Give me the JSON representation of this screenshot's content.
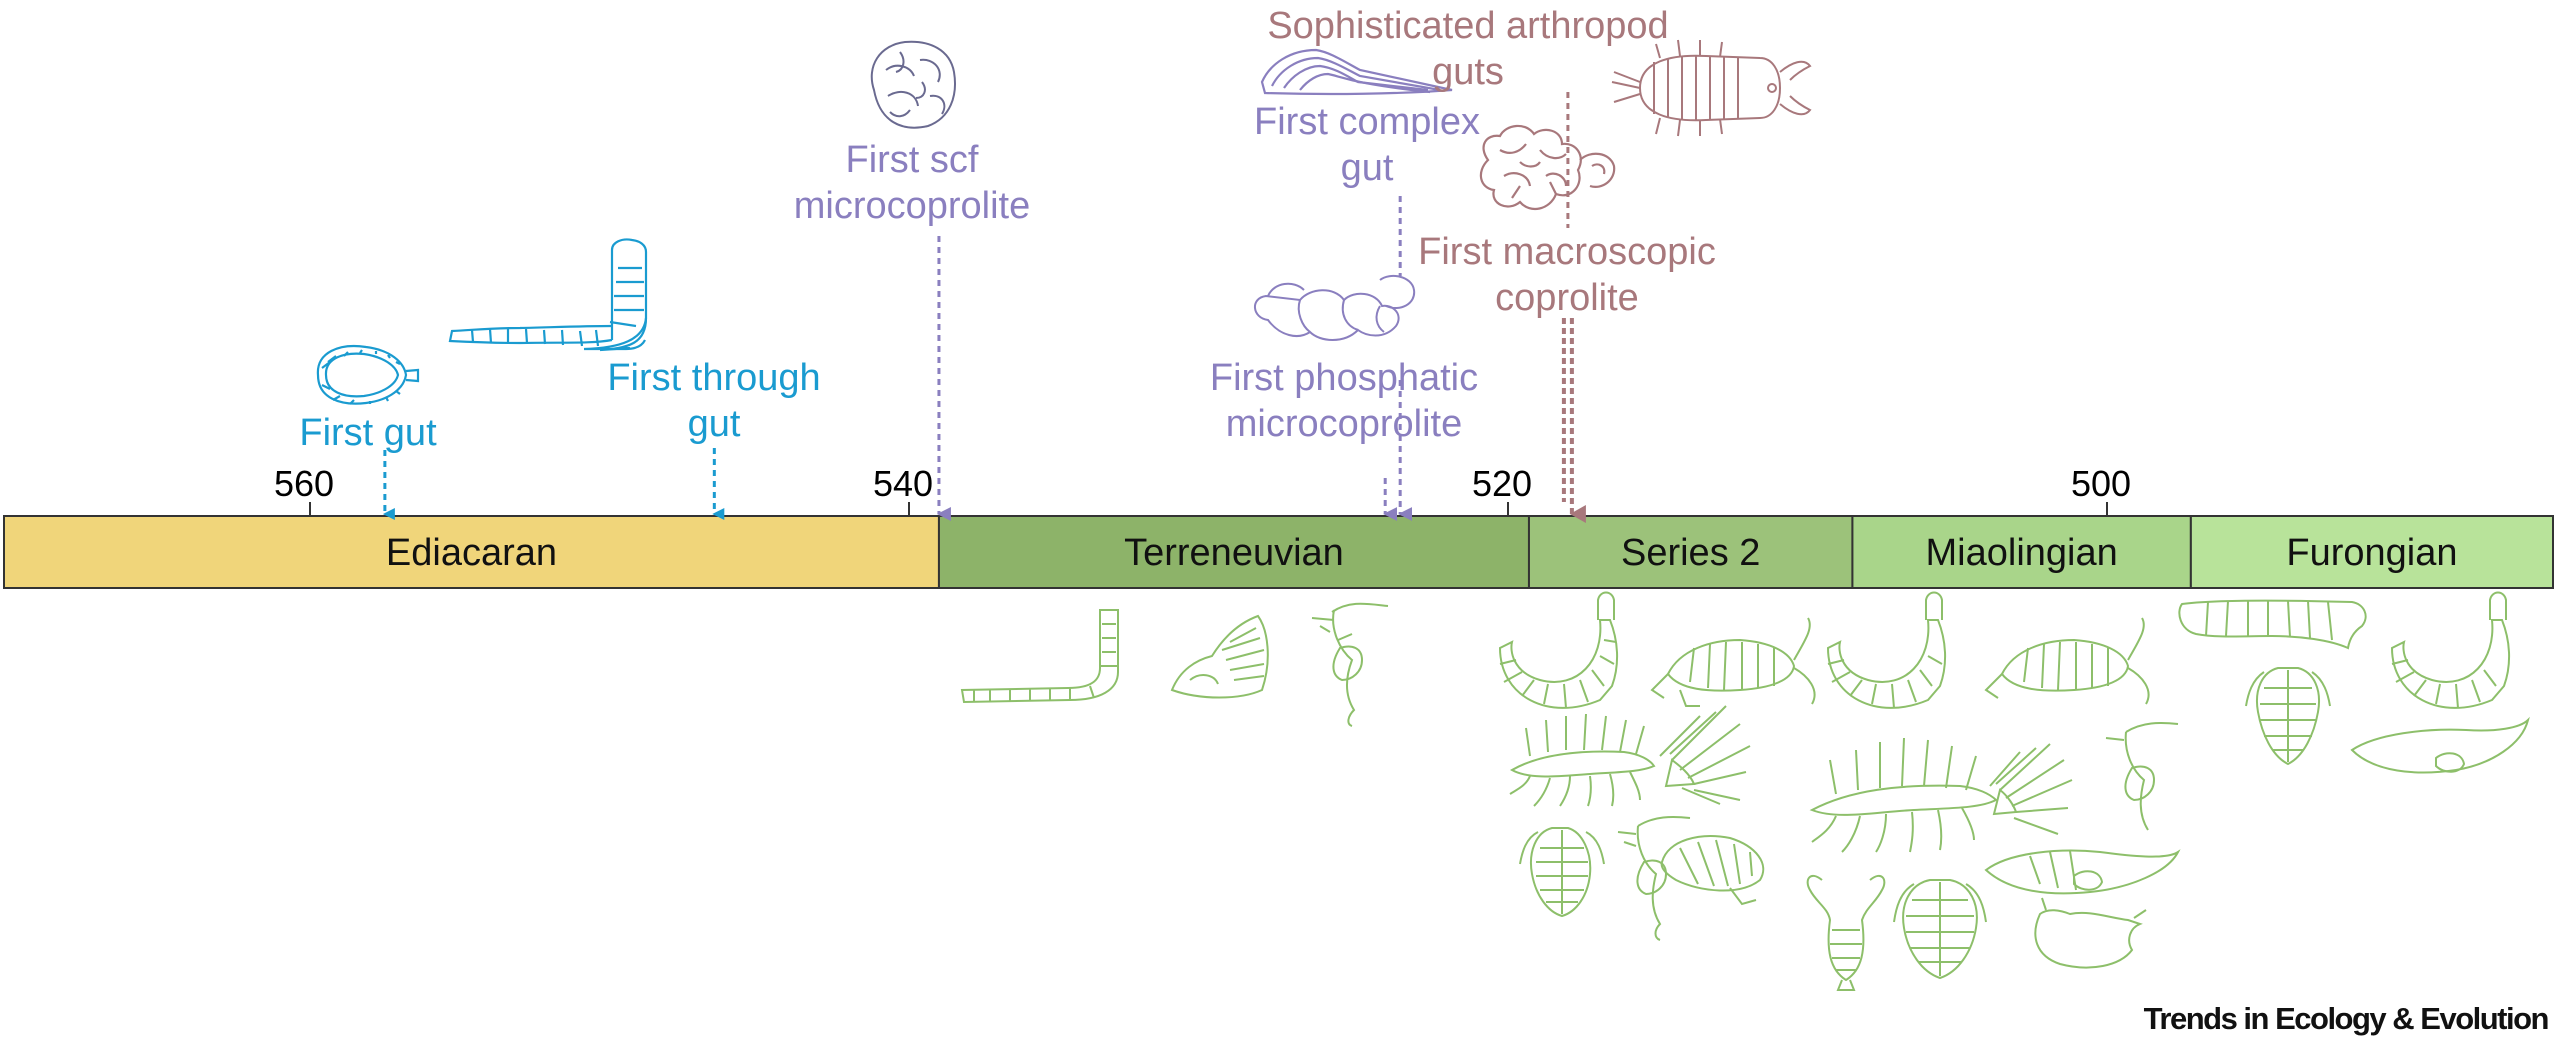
{
  "colors": {
    "blue": "#1a9bd0",
    "purple": "#8a7fbf",
    "brown": "#a8787c",
    "fossil_green": "#8dbf6a"
  },
  "axis": {
    "ticks": [
      {
        "value": 560,
        "label": "560"
      },
      {
        "value": 540,
        "label": "540"
      },
      {
        "value": 520,
        "label": "520"
      },
      {
        "value": 500,
        "label": "500"
      }
    ]
  },
  "periods": [
    {
      "name": "Ediacaran",
      "color": "#f0d57a",
      "start": 570.3,
      "end": 539.0
    },
    {
      "name": "Terreneuvian",
      "color": "#8db369",
      "start": 539.0,
      "end": 519.3
    },
    {
      "name": "Series 2",
      "color": "#9cc27a",
      "start": 519.3,
      "end": 508.5
    },
    {
      "name": "Miaolingian",
      "color": "#a9d58a",
      "start": 508.5,
      "end": 497.2
    },
    {
      "name": "Furongian",
      "color": "#b8e39a",
      "start": 497.2,
      "end": 485.1
    }
  ],
  "events": [
    {
      "id": "first-gut",
      "lines": [
        "First gut"
      ],
      "color": "blue",
      "time": 557.5,
      "icon": "gut-sac-icon"
    },
    {
      "id": "first-through-gut",
      "lines": [
        "First through",
        "gut"
      ],
      "color": "blue",
      "time": 546.5,
      "icon": "tube-worm-icon"
    },
    {
      "id": "first-scf-microcoprolite",
      "lines": [
        "First scf",
        "microcoprolite"
      ],
      "color": "purple",
      "time": 539.0,
      "icon": "microcoprolite-icon"
    },
    {
      "id": "first-complex-gut",
      "lines": [
        "First complex",
        "gut"
      ],
      "color": "purple",
      "time": 523.6,
      "icon": "complex-gut-fossil-icon"
    },
    {
      "id": "first-phosphatic-microcoprolite",
      "lines": [
        "First phosphatic",
        "microcoprolite"
      ],
      "color": "purple",
      "time": 524.1,
      "icon": "phosphatic-coprolite-icon"
    },
    {
      "id": "first-macroscopic-coprolite",
      "lines": [
        "First macroscopic",
        "coprolite"
      ],
      "color": "brown",
      "time": 518.0,
      "icon": "macroscopic-coprolite-icon"
    },
    {
      "id": "sophisticated-arthropod-guts",
      "lines": [
        "Sophisticated arthropod",
        "guts"
      ],
      "color": "brown",
      "time": 518.0,
      "icon": "arthropod-icon"
    }
  ],
  "fossil_silhouettes": {
    "terreneuvian": [
      "tube-worm-icon",
      "mollusc-icon",
      "arthropod-larva-icon"
    ],
    "series2": [
      "priapulid-icon",
      "arthropod-icon",
      "lobopodian-icon",
      "sponge-icon",
      "trilobite-icon",
      "arthropod-larva-icon",
      "bivalved-arthropod-icon"
    ],
    "miaolingian": [
      "priapulid-icon",
      "arthropod-icon",
      "lobopodian-icon",
      "sponge-icon",
      "arthropod-larva-icon",
      "isopod-icon",
      "trilobite-icon",
      "bivalved-arthropod-icon",
      "carapace-icon"
    ],
    "furongian": [
      "segmented-worm-icon",
      "priapulid-icon",
      "trilobite-icon",
      "bivalved-arthropod-icon"
    ]
  },
  "footer": "Trends in Ecology & Evolution"
}
